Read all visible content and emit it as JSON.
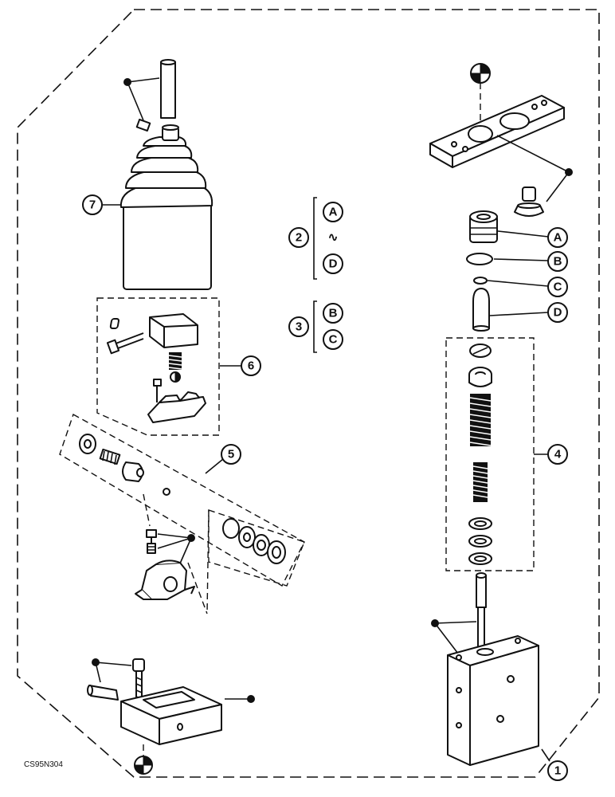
{
  "figure_code": "CS95N304",
  "callouts": {
    "c1": "1",
    "c2": "2",
    "c3": "3",
    "c4": "4",
    "c5": "5",
    "c6": "6",
    "c7": "7",
    "A": "A",
    "B": "B",
    "C": "C",
    "D": "D"
  },
  "legend": {
    "group2_label": "2",
    "group2_first": "A",
    "group2_sep": "∿",
    "group2_last": "D",
    "group3_label": "3",
    "group3_first": "B",
    "group3_last": "C"
  }
}
